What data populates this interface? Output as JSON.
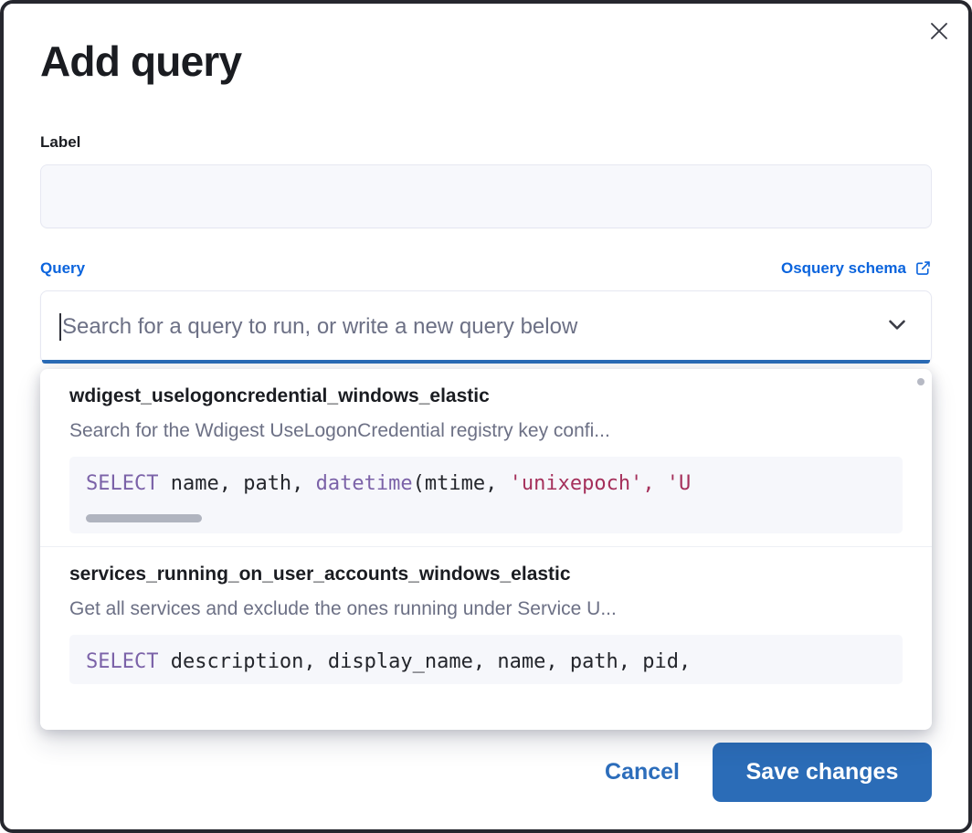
{
  "modal": {
    "title": "Add query",
    "close_icon": "close-icon"
  },
  "label_field": {
    "label": "Label",
    "value": "",
    "placeholder": ""
  },
  "query_field": {
    "label": "Query",
    "schema_link": "Osquery schema",
    "schema_link_icon": "external-link-icon",
    "combobox_placeholder": "Search for a query to run, or write a new query below",
    "combobox_value": "",
    "chevron_icon": "chevron-down-icon"
  },
  "dropdown": {
    "items": [
      {
        "title": "wdigest_uselogoncredential_windows_elastic",
        "description": "Search for the Wdigest UseLogonCredential registry key confi...",
        "code": {
          "keyword": "SELECT",
          "after_keyword": " name, path, ",
          "function": "datetime",
          "after_function": "(mtime, ",
          "string1": "'unixepoch'",
          "tail": ", 'U"
        }
      },
      {
        "title": "services_running_on_user_accounts_windows_elastic",
        "description": "Get all services and exclude the ones running under Service U...",
        "code": {
          "keyword": "SELECT",
          "after_keyword": " description, display_name, name, path, pid,",
          "function": "",
          "after_function": "",
          "string1": "",
          "tail": ""
        }
      }
    ]
  },
  "footer": {
    "cancel_label": "Cancel",
    "save_label": "Save changes"
  },
  "colors": {
    "accent_blue": "#2b6cb7",
    "link_blue": "#0b64dd",
    "sql_keyword": "#7b62a8",
    "sql_string": "#a5305b",
    "text_dark": "#1a1c21",
    "text_muted": "#6c7085"
  }
}
